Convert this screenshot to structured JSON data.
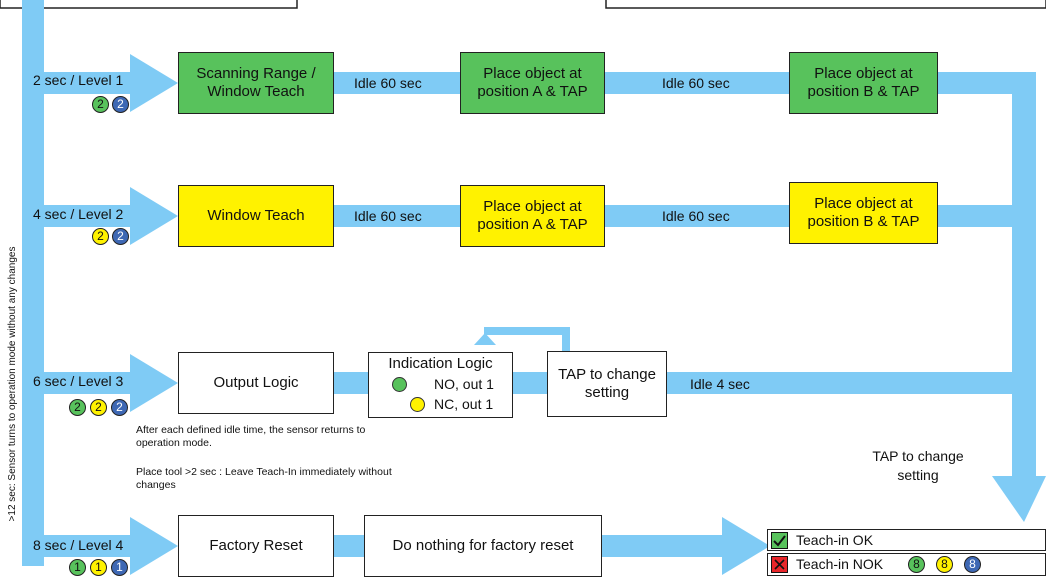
{
  "colors": {
    "flow": "#7fcbf5",
    "green": "#58c25c",
    "yellow": "#fff200",
    "blue": "#3e68b4",
    "nok": "#e8262a"
  },
  "side_label": ">12 sec: Sensor turns to operation mode without any changes",
  "levels": [
    {
      "label": "2 sec / Level 1",
      "badges": [
        {
          "value": "2",
          "color": "green"
        },
        {
          "value": "2",
          "color": "blue"
        }
      ]
    },
    {
      "label": "4 sec / Level 2",
      "badges": [
        {
          "value": "2",
          "color": "yellow"
        },
        {
          "value": "2",
          "color": "blue"
        }
      ]
    },
    {
      "label": "6 sec / Level 3",
      "badges": [
        {
          "value": "2",
          "color": "green"
        },
        {
          "value": "2",
          "color": "yellow"
        },
        {
          "value": "2",
          "color": "blue"
        }
      ]
    },
    {
      "label": "8 sec / Level 4",
      "badges": [
        {
          "value": "1",
          "color": "green"
        },
        {
          "value": "1",
          "color": "yellow"
        },
        {
          "value": "1",
          "color": "blue"
        }
      ]
    }
  ],
  "row1": {
    "box1": "Scanning Range / Window Teach",
    "idle1": "Idle 60 sec",
    "box2": "Place object at position A & TAP",
    "idle2": "Idle 60 sec",
    "box3": "Place object at position B & TAP"
  },
  "row2": {
    "box1": "Window Teach",
    "idle1": "Idle 60 sec",
    "box2": "Place object at position A & TAP",
    "idle2": "Idle 60 sec",
    "box3": "Place object at position B & TAP"
  },
  "row3": {
    "box1": "Output Logic",
    "indication_title": "Indication Logic",
    "indication_no": "NO, out 1",
    "indication_nc": "NC, out 1",
    "box3": "TAP to change setting",
    "idle": "Idle 4 sec"
  },
  "notes": {
    "idle_note": "After each defined idle time, the sensor returns to operation mode.",
    "tool_note": "Place tool >2 sec : Leave Teach-In immediately without changes"
  },
  "right_label": "TAP to change setting",
  "row4": {
    "box1": "Factory Reset",
    "box2": "Do nothing for factory reset"
  },
  "legend": {
    "ok": "Teach-in OK",
    "nok": "Teach-in NOK",
    "badges": [
      {
        "value": "8",
        "color": "green"
      },
      {
        "value": "8",
        "color": "yellow"
      },
      {
        "value": "8",
        "color": "blue"
      }
    ]
  }
}
